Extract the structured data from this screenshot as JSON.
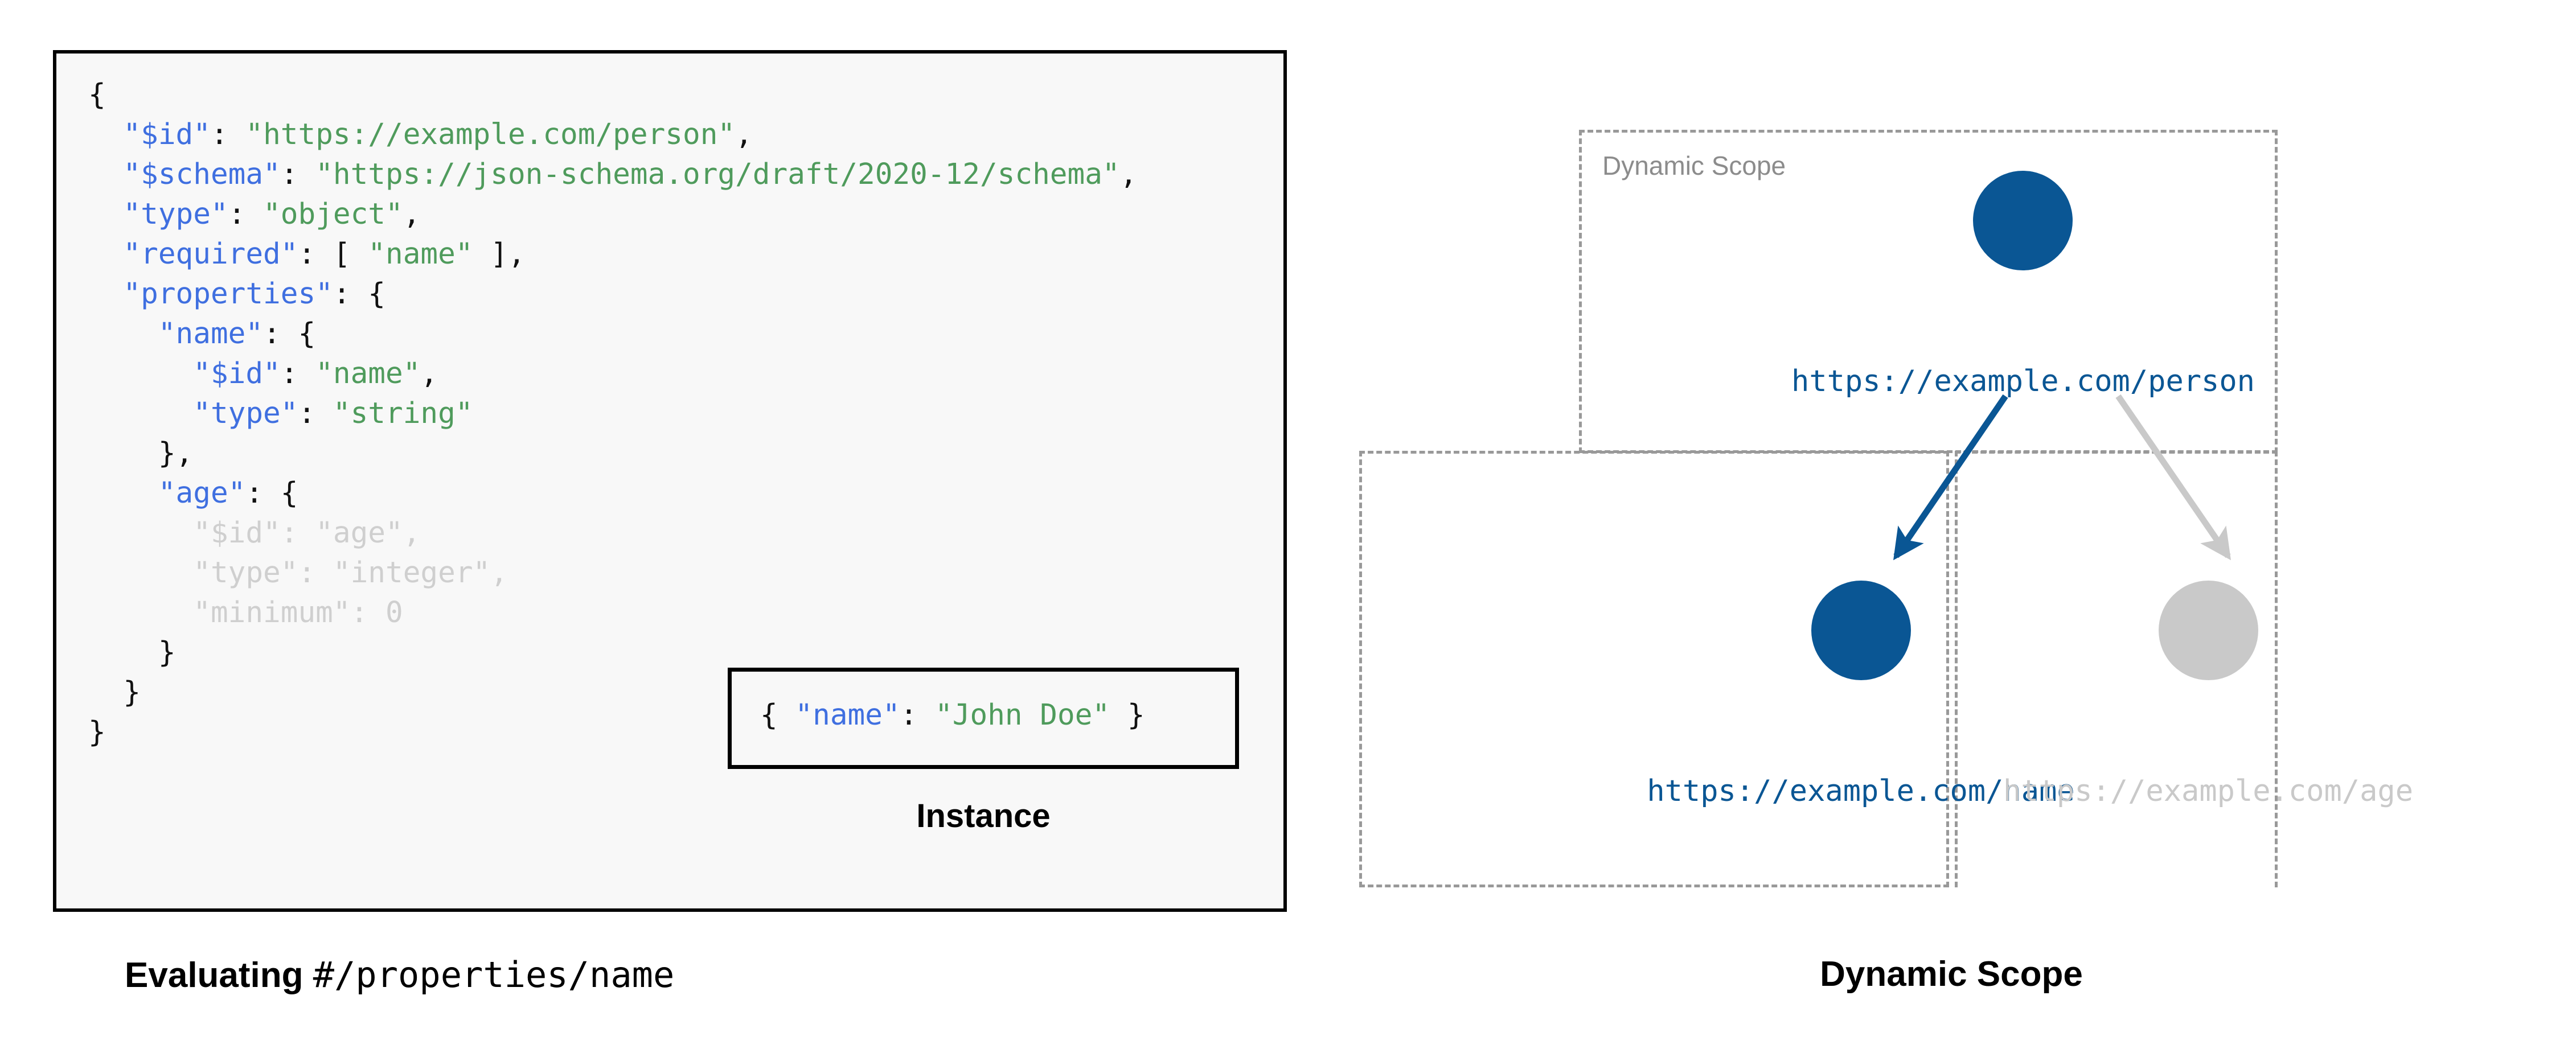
{
  "schema_panel": {
    "lines": [
      {
        "indent": 0,
        "dim": false,
        "parts": [
          {
            "t": "{",
            "c": "punct"
          }
        ]
      },
      {
        "indent": 1,
        "dim": false,
        "parts": [
          {
            "t": "\"$id\"",
            "c": "key"
          },
          {
            "t": ": ",
            "c": "punct"
          },
          {
            "t": "\"https://example.com/person\"",
            "c": "str"
          },
          {
            "t": ",",
            "c": "punct"
          }
        ]
      },
      {
        "indent": 1,
        "dim": false,
        "parts": [
          {
            "t": "\"$schema\"",
            "c": "key"
          },
          {
            "t": ": ",
            "c": "punct"
          },
          {
            "t": "\"https://json-schema.org/draft/2020-12/schema\"",
            "c": "str"
          },
          {
            "t": ",",
            "c": "punct"
          }
        ]
      },
      {
        "indent": 1,
        "dim": false,
        "parts": [
          {
            "t": "\"type\"",
            "c": "key"
          },
          {
            "t": ": ",
            "c": "punct"
          },
          {
            "t": "\"object\"",
            "c": "str"
          },
          {
            "t": ",",
            "c": "punct"
          }
        ]
      },
      {
        "indent": 1,
        "dim": false,
        "parts": [
          {
            "t": "\"required\"",
            "c": "key"
          },
          {
            "t": ": [ ",
            "c": "punct"
          },
          {
            "t": "\"name\"",
            "c": "str"
          },
          {
            "t": " ],",
            "c": "punct"
          }
        ]
      },
      {
        "indent": 1,
        "dim": false,
        "parts": [
          {
            "t": "\"properties\"",
            "c": "key"
          },
          {
            "t": ": {",
            "c": "punct"
          }
        ]
      },
      {
        "indent": 2,
        "dim": false,
        "parts": [
          {
            "t": "\"name\"",
            "c": "key"
          },
          {
            "t": ": {",
            "c": "punct"
          }
        ]
      },
      {
        "indent": 3,
        "dim": false,
        "parts": [
          {
            "t": "\"$id\"",
            "c": "key"
          },
          {
            "t": ": ",
            "c": "punct"
          },
          {
            "t": "\"name\"",
            "c": "str"
          },
          {
            "t": ",",
            "c": "punct"
          }
        ]
      },
      {
        "indent": 3,
        "dim": false,
        "parts": [
          {
            "t": "\"type\"",
            "c": "key"
          },
          {
            "t": ": ",
            "c": "punct"
          },
          {
            "t": "\"string\"",
            "c": "str"
          }
        ]
      },
      {
        "indent": 2,
        "dim": false,
        "parts": [
          {
            "t": "},",
            "c": "punct"
          }
        ]
      },
      {
        "indent": 2,
        "dim": false,
        "parts": [
          {
            "t": "\"age\"",
            "c": "key"
          },
          {
            "t": ": {",
            "c": "punct"
          }
        ]
      },
      {
        "indent": 3,
        "dim": true,
        "parts": [
          {
            "t": "\"$id\"",
            "c": "key"
          },
          {
            "t": ": ",
            "c": "punct"
          },
          {
            "t": "\"age\"",
            "c": "str"
          },
          {
            "t": ",",
            "c": "punct"
          }
        ]
      },
      {
        "indent": 3,
        "dim": true,
        "parts": [
          {
            "t": "\"type\"",
            "c": "key"
          },
          {
            "t": ": ",
            "c": "punct"
          },
          {
            "t": "\"integer\"",
            "c": "str"
          },
          {
            "t": ",",
            "c": "punct"
          }
        ]
      },
      {
        "indent": 3,
        "dim": true,
        "parts": [
          {
            "t": "\"minimum\"",
            "c": "key"
          },
          {
            "t": ": ",
            "c": "punct"
          },
          {
            "t": "0",
            "c": "num"
          }
        ]
      },
      {
        "indent": 2,
        "dim": false,
        "parts": [
          {
            "t": "}",
            "c": "punct"
          }
        ]
      },
      {
        "indent": 1,
        "dim": false,
        "parts": [
          {
            "t": "}",
            "c": "punct"
          }
        ]
      },
      {
        "indent": 0,
        "dim": false,
        "parts": [
          {
            "t": "}",
            "c": "punct"
          }
        ]
      }
    ]
  },
  "instance": {
    "label": "Instance",
    "code_parts": [
      {
        "t": "{ ",
        "c": "punct"
      },
      {
        "t": "\"name\"",
        "c": "key"
      },
      {
        "t": ": ",
        "c": "punct"
      },
      {
        "t": "\"John Doe\"",
        "c": "str"
      },
      {
        "t": " }",
        "c": "punct"
      }
    ]
  },
  "left_caption": {
    "strong": "Evaluating ",
    "mono": "#/properties/name"
  },
  "diagram": {
    "caption": "Dynamic Scope",
    "inner_label": "Dynamic Scope",
    "nodes": [
      {
        "id": "person",
        "label": "https://example.com/person",
        "state": "active"
      },
      {
        "id": "name",
        "label": "https://example.com/name",
        "state": "active"
      },
      {
        "id": "age",
        "label": "https://example.com/age",
        "state": "inactive"
      }
    ],
    "edges": [
      {
        "from": "person",
        "to": "name",
        "state": "active"
      },
      {
        "from": "person",
        "to": "age",
        "state": "inactive"
      }
    ]
  },
  "colors": {
    "active_blue": "#0a5694",
    "inactive_gray": "#c9c9c9",
    "dashed_border": "#999999",
    "scope_label_gray": "#8c8c8c",
    "json_key": "#3f6fe0",
    "json_string": "#4f9b5c",
    "panel_bg": "#f8f8f8",
    "panel_border": "#000000"
  },
  "right_caption": "Dynamic Scope"
}
